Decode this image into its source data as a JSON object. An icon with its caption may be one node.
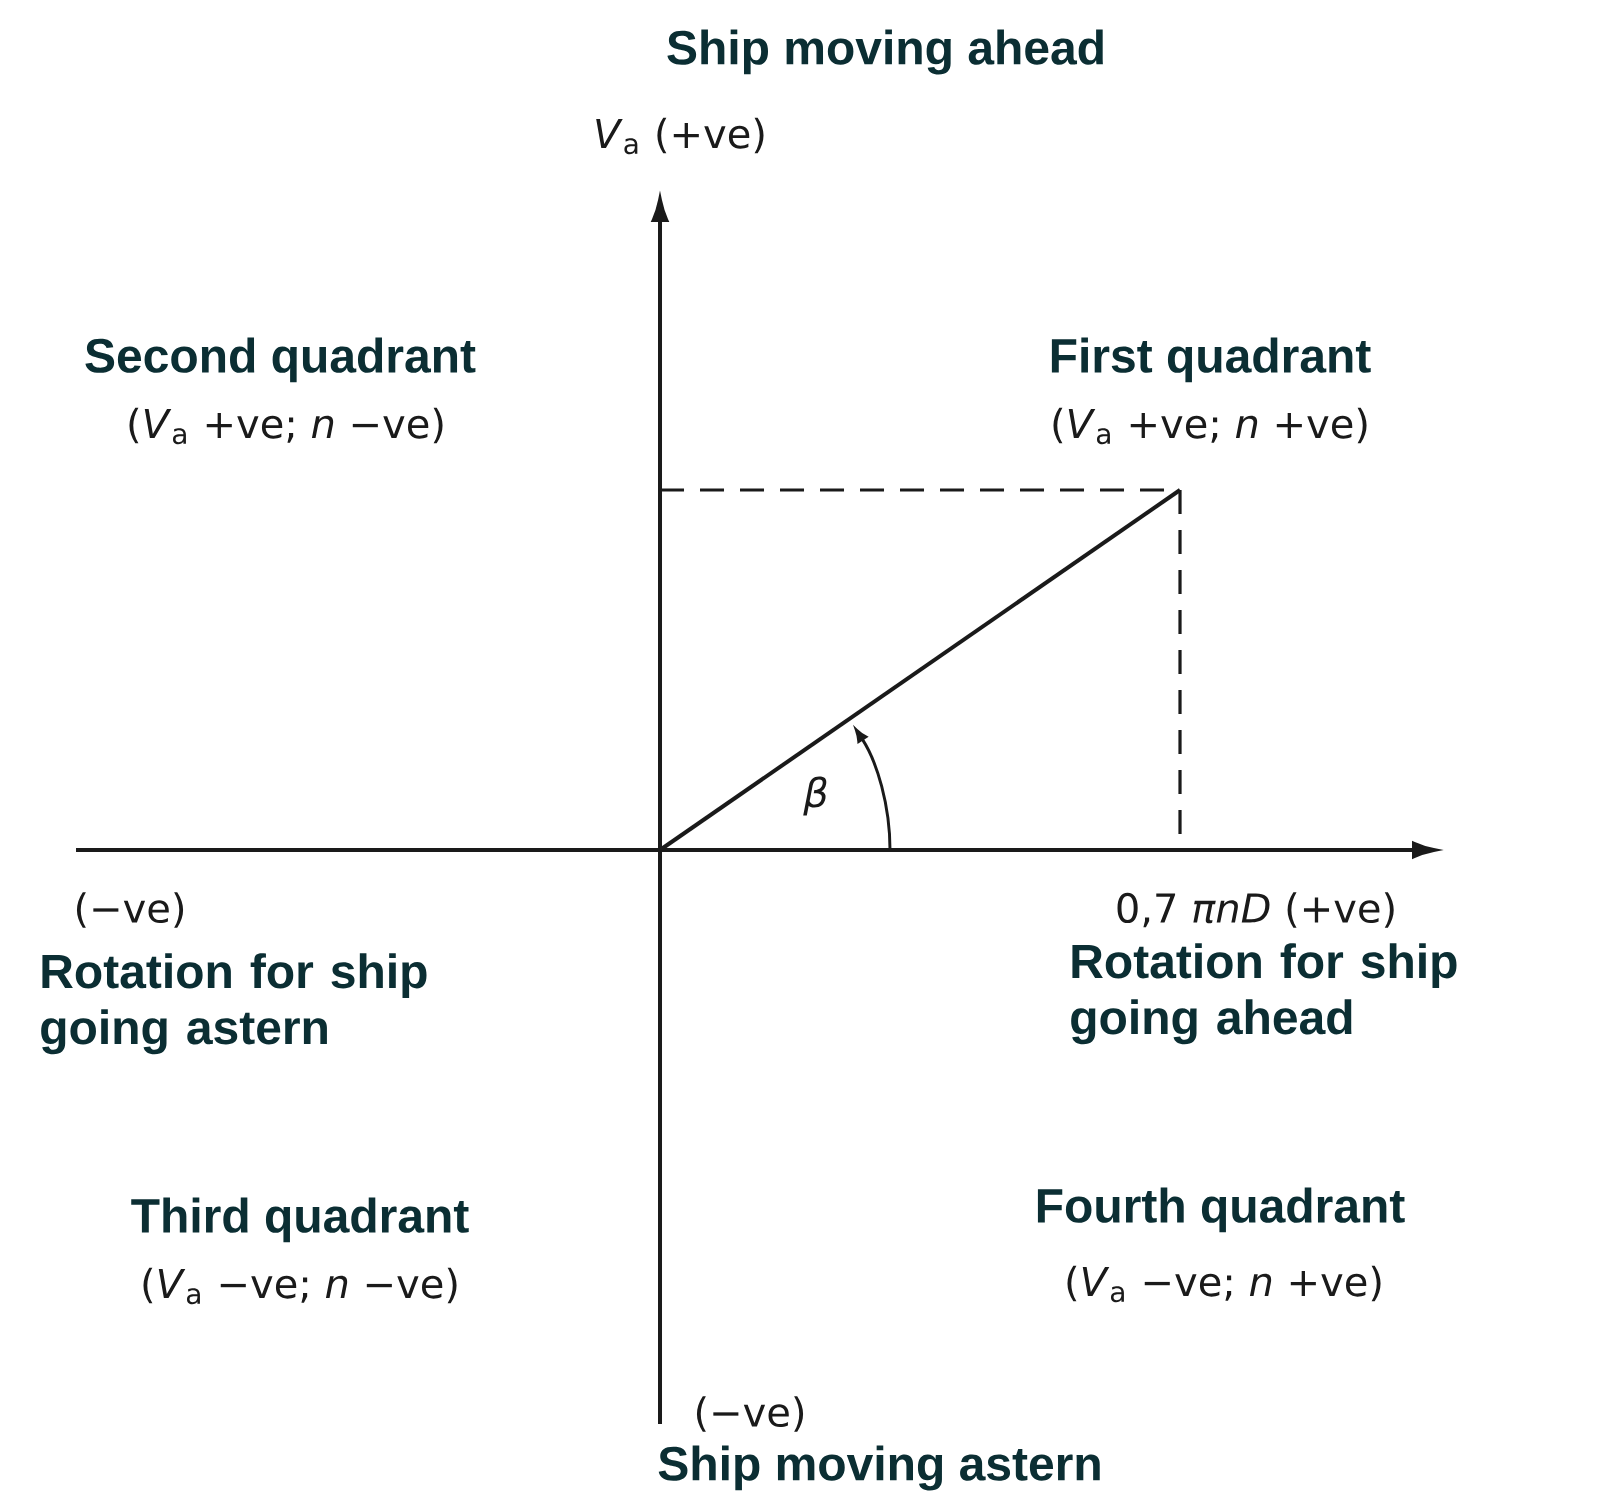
{
  "diagram": {
    "labels": [
      "Ship moving ahead",
      "*V*$_{a}$ (+ve)",
      "Second quadrant",
      "(*V*$_{a}$ +ve; *n* −ve)",
      "First quadrant",
      "(*V*$_{a}$ +ve; *n* +ve)",
      "β",
      "(−ve)",
      "0,7 *πnD* (+ve)",
      "Rotation for ship going astern",
      "Rotation for ship going ahead",
      "Third quadrant",
      "(*V*$_{a}$ −ve; *n* −ve)",
      "Fourth quadrant",
      "(*V*$_{a}$ −ve; *n* +ve)",
      "(−ve)",
      "Ship moving astern"
    ]
  }
}
